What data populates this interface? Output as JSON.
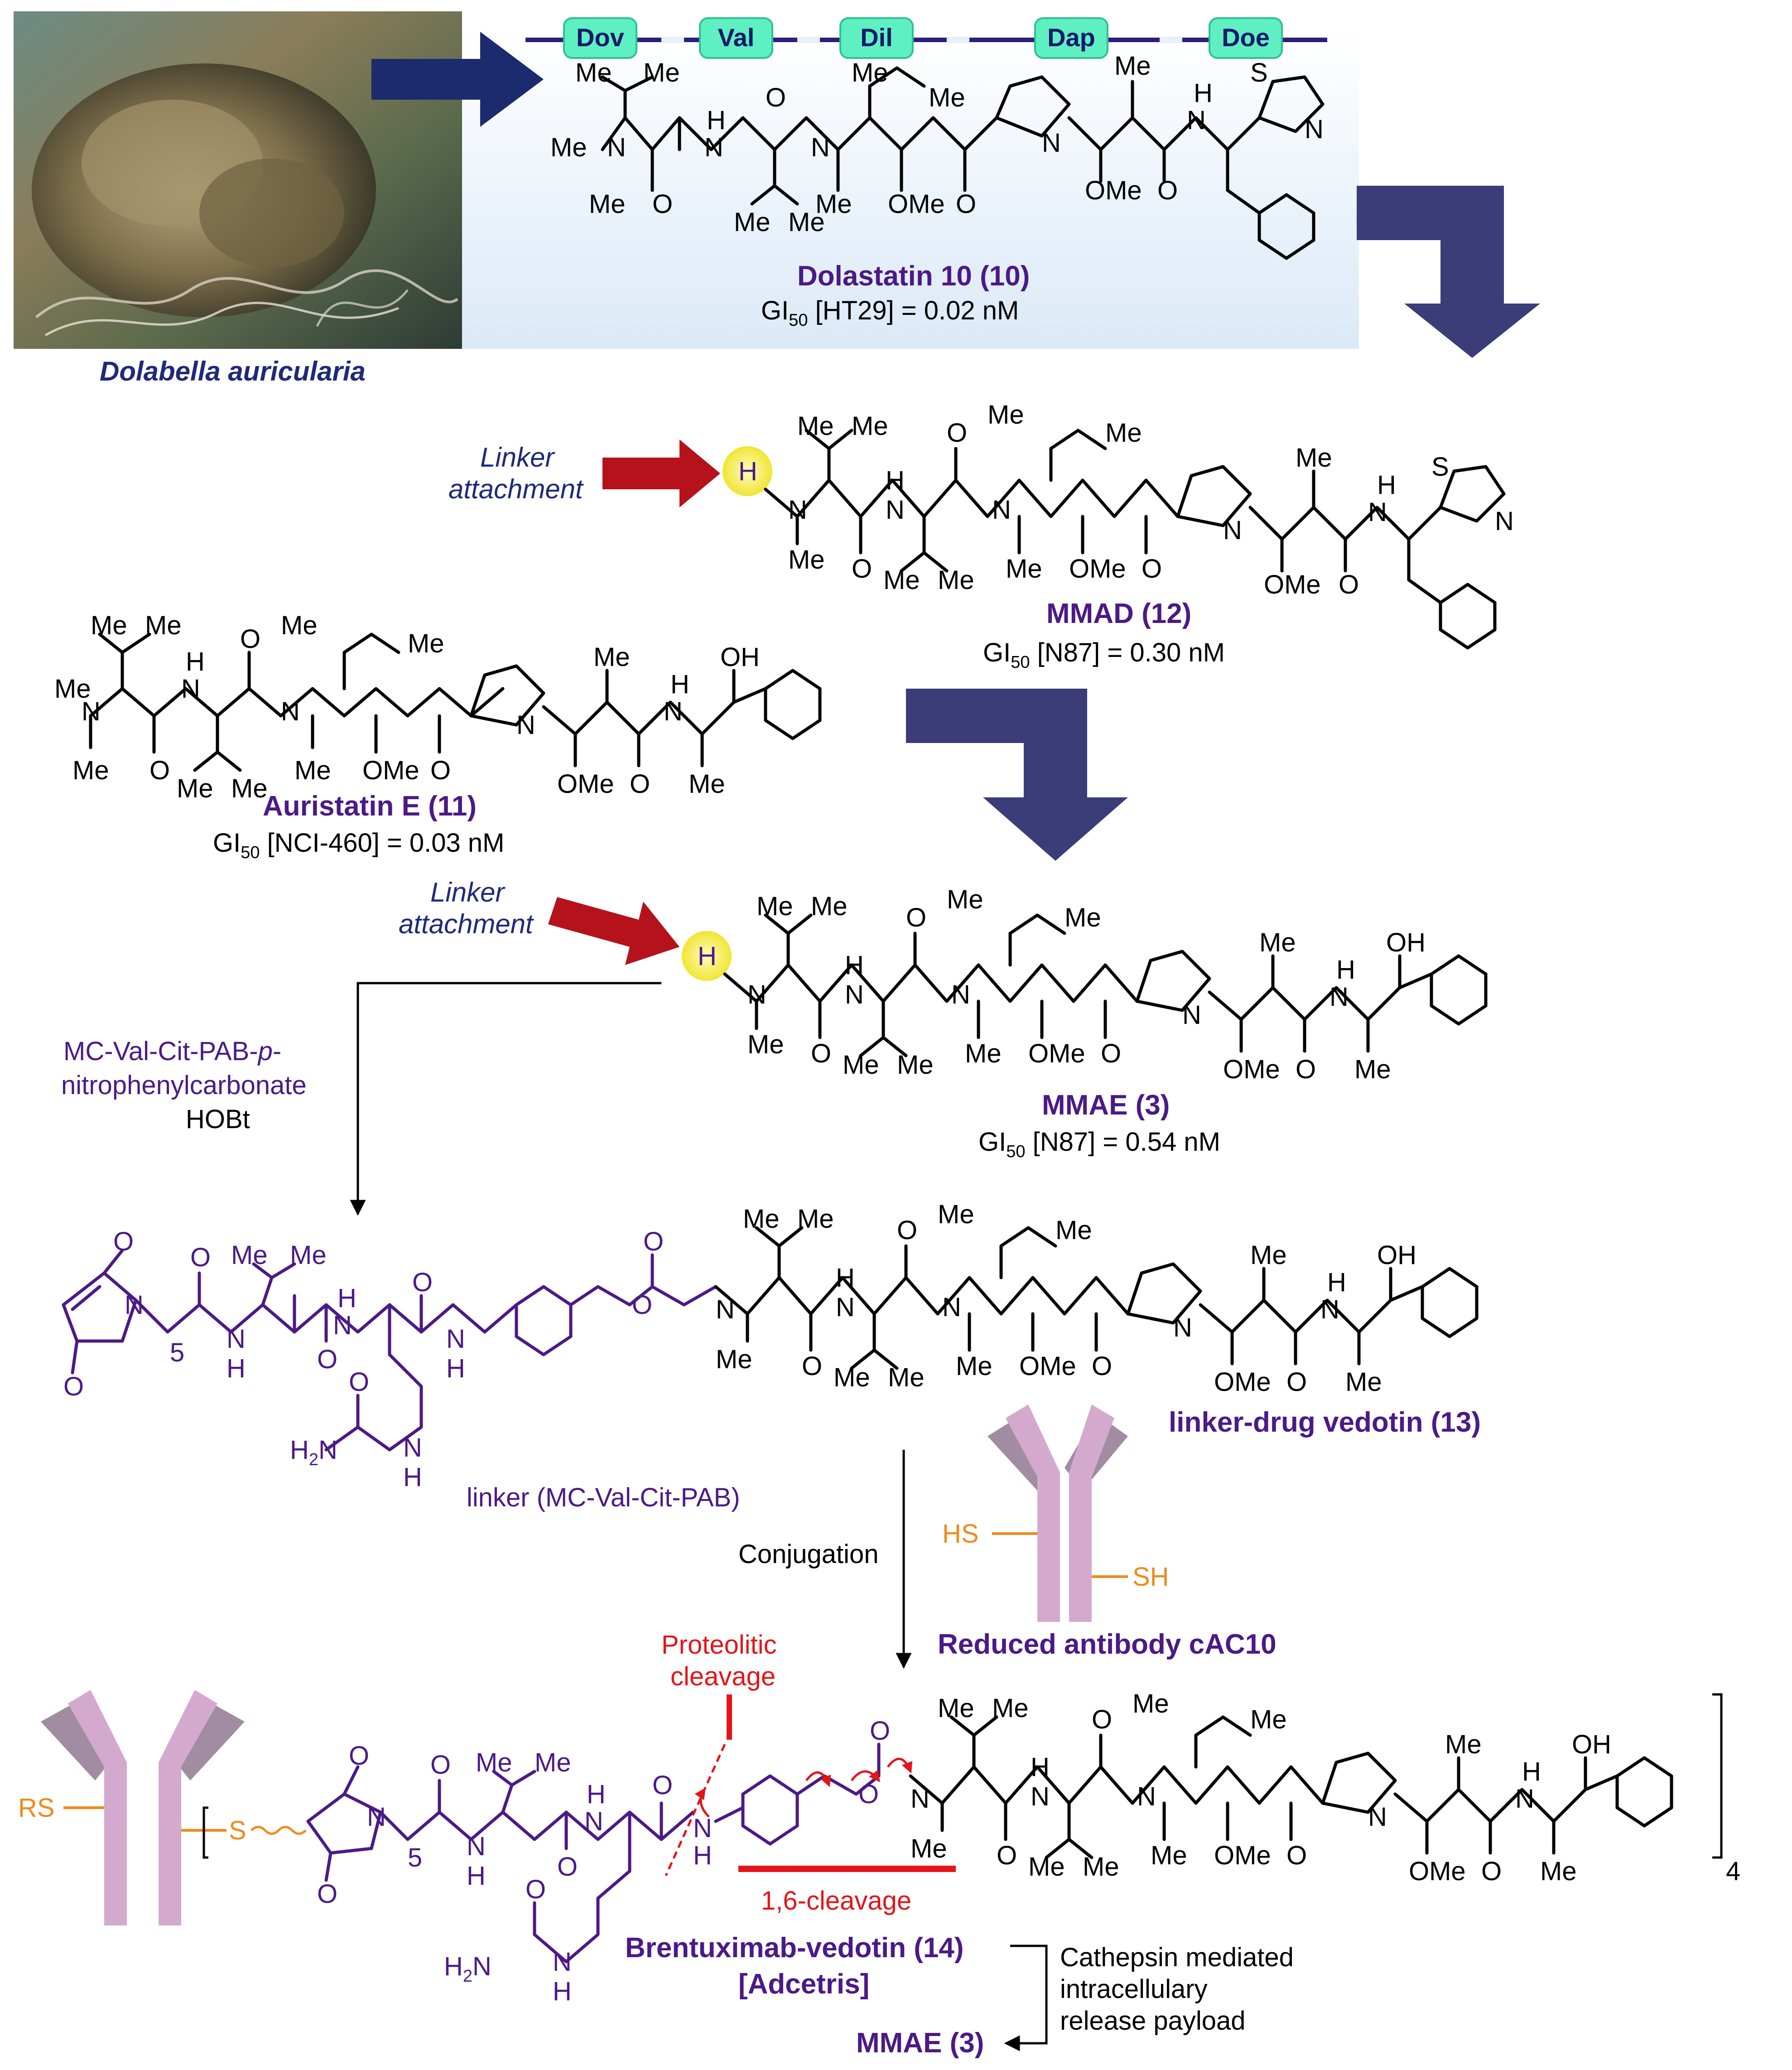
{
  "source_organism": "Dolabella auricularia",
  "fragments": [
    "Dov",
    "Val",
    "Dil",
    "Dap",
    "Doe"
  ],
  "compounds": {
    "dolastatin": {
      "name": "Dolastatin 10 (10)",
      "activity_prefix": "GI",
      "activity_sub": "50",
      "activity_rest": " [HT29] = 0.02 nM"
    },
    "mmad": {
      "name": "MMAD (12)",
      "activity_prefix": "GI",
      "activity_sub": "50",
      "activity_rest": " [N87] = 0.30 nM"
    },
    "auristatin": {
      "name": "Auristatin E (11)",
      "activity_prefix": "GI",
      "activity_sub": "50",
      "activity_rest": " [NCI-460] = 0.03 nM"
    },
    "mmae": {
      "name": "MMAE (3)",
      "activity_prefix": "GI",
      "activity_sub": "50",
      "activity_rest": " [N87] = 0.54 nM"
    },
    "vedotin": {
      "name": "linker-drug vedotin (13)"
    },
    "brentuximab": {
      "name": "Brentuximab-vedotin (14)",
      "brand": "[Adcetris]"
    },
    "mmae_release": {
      "name": "MMAE (3)"
    }
  },
  "linker_attachment": {
    "line1": "Linker",
    "line2": "attachment"
  },
  "reagents": {
    "line1": "MC-Val-Cit-PAB-",
    "line1_italic": "p",
    "line1_end": "-",
    "line2": "nitrophenylcarbonate",
    "line3": "HOBt"
  },
  "linker_label": "linker (MC-Val-Cit-PAB)",
  "conjugation": "Conjugation",
  "antibody": {
    "name": "Reduced antibody cAC10",
    "hs": "HS",
    "sh": "SH",
    "rs": "RS",
    "s": "S"
  },
  "cleavage": {
    "proteolytic_line1": "Proteolitic",
    "proteolytic_line2": "cleavage",
    "one_six": "1,6-cleavage"
  },
  "release": {
    "line1": "Cathepsin mediated",
    "line2": "intracellulary",
    "line3": "release payload"
  },
  "atoms": {
    "me": "Me",
    "n": "N",
    "h": "H",
    "o": "O",
    "ome": "OMe",
    "oh": "OH",
    "s": "S",
    "h2n_main": "H",
    "h2n_sub": "2",
    "h2n_end": "N",
    "sub5": "5",
    "sub4": "4"
  },
  "colors": {
    "navy_text": "#1f2a78",
    "purple": "#4b1a86",
    "red": "#e3151a",
    "orange": "#f08a1c",
    "antibody": "#d3aacd",
    "arrow": "#3b3c78",
    "panel": "#e7f1fa",
    "highlight": "#f4f04a"
  }
}
